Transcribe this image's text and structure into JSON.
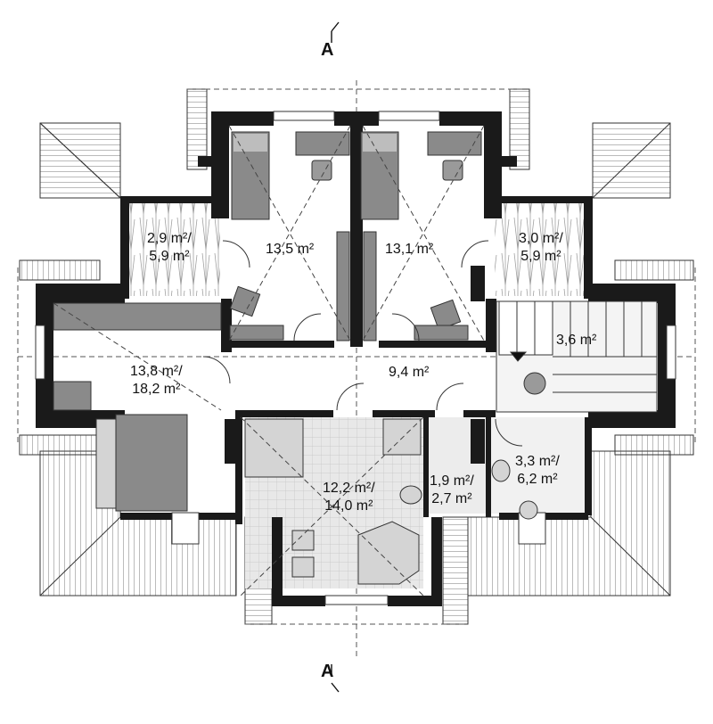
{
  "section_marks": {
    "top": "A",
    "bottom": "A"
  },
  "rooms": [
    {
      "id": "bedroom-1",
      "line1": "13,5 m²",
      "line2": ""
    },
    {
      "id": "bedroom-2",
      "line1": "13,1 m²",
      "line2": ""
    },
    {
      "id": "closet-left",
      "line1": "2,9 m²/",
      "line2": "5,9 m²"
    },
    {
      "id": "closet-right",
      "line1": "3,0 m²/",
      "line2": "5,9 m²"
    },
    {
      "id": "bedroom-3",
      "line1": "13,8 m²/",
      "line2": "18,2 m²"
    },
    {
      "id": "hall",
      "line1": "9,4 m²",
      "line2": ""
    },
    {
      "id": "stair",
      "line1": "3,6 m²",
      "line2": ""
    },
    {
      "id": "bathroom",
      "line1": "12,2 m²/",
      "line2": "14,0 m²"
    },
    {
      "id": "utility",
      "line1": "1,9 m²/",
      "line2": "2,7 m²"
    },
    {
      "id": "wc",
      "line1": "3,3 m²/",
      "line2": "6,2 m²"
    }
  ],
  "colors": {
    "wall": "#1a1a1a",
    "roof": "#ffffff",
    "furniture": "#8a8a8a",
    "light_furniture": "#d4d4d4",
    "tile": "#e6e6e6"
  }
}
